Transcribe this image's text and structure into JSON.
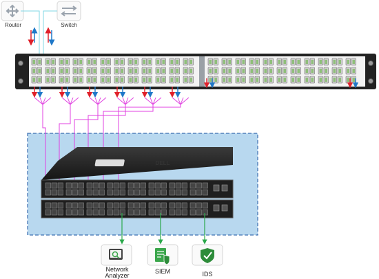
{
  "devices": {
    "router_label": "Router",
    "switch_label": "Switch"
  },
  "tools": {
    "network_analyzer_line1": "Network",
    "network_analyzer_line2": "Analyzer",
    "siem_label": "SIEM",
    "ids_label": "IDS"
  },
  "switch_brand": "DELL",
  "colors": {
    "tap_cable": "#e040e0",
    "uplink_cable": "#7fd7e6",
    "tool_cable": "#2aa84a",
    "arrow_red": "#e0202a",
    "arrow_blue": "#1f78c8",
    "enclosure_fill": "#b8d8ef",
    "enclosure_border": "#3c6fb0",
    "panel_bg": "#222222",
    "panel_front": "#f3f3f3",
    "siem_green": "#3aa64b",
    "ids_green": "#2d8c3a"
  }
}
